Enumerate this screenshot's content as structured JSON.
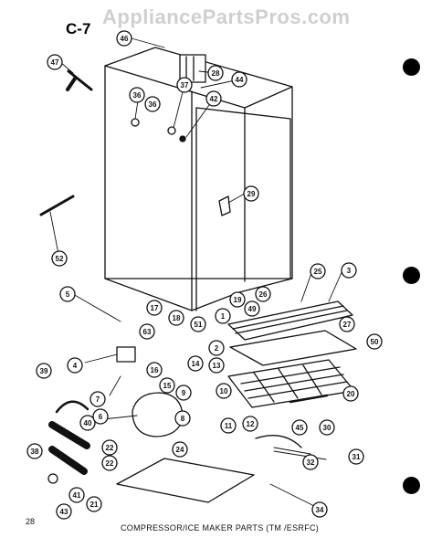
{
  "watermark": "AppliancePartsPros.com",
  "section_code": "C-7",
  "page_number": "28",
  "caption": "COMPRESSOR/ICE MAKER PARTS (TM /ESRFC)",
  "callouts": [
    "46",
    "47",
    "28",
    "44",
    "36",
    "36",
    "37",
    "42",
    "29",
    "52",
    "25",
    "3",
    "5",
    "63",
    "17",
    "18",
    "51",
    "19",
    "26",
    "49",
    "1",
    "27",
    "50",
    "2",
    "4",
    "14",
    "13",
    "39",
    "7",
    "16",
    "15",
    "9",
    "10",
    "20",
    "12",
    "45",
    "30",
    "40",
    "6",
    "8",
    "11",
    "22",
    "22",
    "24",
    "38",
    "31",
    "32",
    "41",
    "21",
    "43",
    "34"
  ]
}
